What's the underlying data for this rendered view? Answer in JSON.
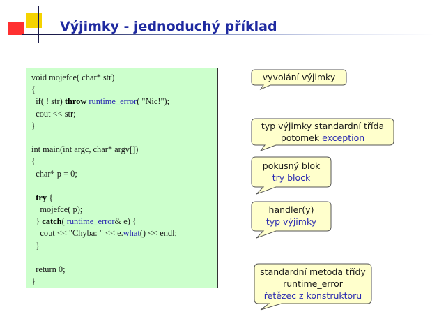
{
  "slide": {
    "title": "Výjimky - jednoduchý příklad"
  },
  "code": {
    "line1": "void mojefce( char* str)",
    "line2": "{",
    "line3_a": "  if( ! str) ",
    "line3_kw": "throw",
    "line3_b": " ",
    "line3_id": "runtime_error",
    "line3_c": "( \"Nic!\");",
    "line4": "  cout << str;",
    "line5": "}",
    "line6": "",
    "line7": "int main(int argc, char* argv[])",
    "line8": "{",
    "line9": "  char* p = 0;",
    "line10": "",
    "line11_a": "  ",
    "line11_kw": "try",
    "line11_b": " {",
    "line12": "    mojefce( p);",
    "line13_a": "  } ",
    "line13_kw": "catch",
    "line13_b": "( ",
    "line13_id": "runtime_error",
    "line13_c": "& e) {",
    "line14_a": "    cout << \"Chyba: \" << e.",
    "line14_id": "what",
    "line14_b": "() << endl;",
    "line15": "  }",
    "line16": "",
    "line17": "  return 0;",
    "line18": "}"
  },
  "callouts": {
    "throw_label": "vyvolání výjimky",
    "std_type_line1": "typ výjimky standardní třída",
    "std_type_line2_a": "potomek ",
    "std_type_line2_b": "exception",
    "try_line1": "pokusný blok",
    "try_line2": "try block",
    "handler_line1": "handler(y)",
    "handler_line2": "typ výjimky",
    "method_line1": "standardní metoda třídy",
    "method_line2": "runtime_error",
    "method_line3": "řetězec z konstruktoru"
  },
  "colors": {
    "title": "#1f2aa0",
    "code_background": "#ccffcc",
    "callout_fill": "#ffffcc",
    "identifier": "#2a2ab0",
    "deco_yellow": "#f5d300",
    "deco_red": "#ff3030"
  }
}
